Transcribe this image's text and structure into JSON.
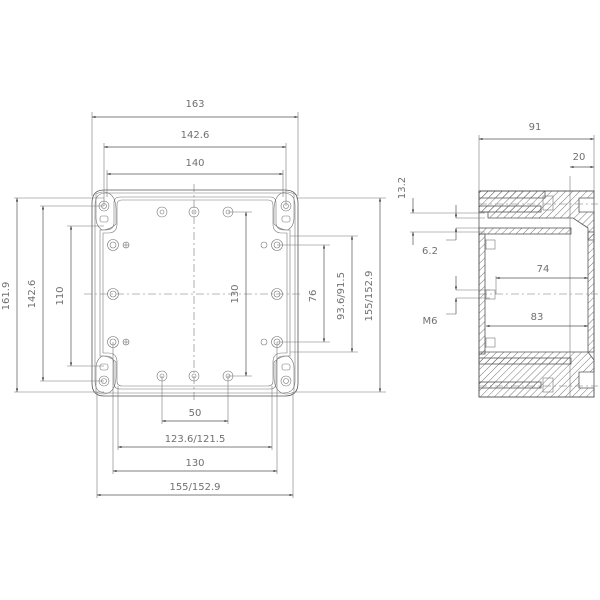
{
  "front_view": {
    "width_dims": {
      "overall": "163",
      "outer_hole_spacing": "142.6",
      "inner_width": "140",
      "lower_hole_spacing": "50",
      "inner_floor": "123.6/121.5",
      "mount_spacing": "130",
      "outer_width": "155/152.9"
    },
    "height_dims": {
      "overall": "161.9",
      "outer_hole_spacing": "142.6",
      "inner_hole_spacing": "110",
      "mount_spacing": "130",
      "side_hole_spacing": "76",
      "inner_floor": "93.6/91.5",
      "outer_height": "155/152.9"
    }
  },
  "side_view": {
    "depth": "91",
    "lid_depth": "20",
    "wall_hole_spacing": "13.2",
    "hole_diameter": "6.2",
    "thread": "M6",
    "inner_depth_to_insert": "74",
    "inner_depth": "83"
  },
  "colors": {
    "line": "#555555",
    "text": "#707070",
    "background": "#ffffff"
  }
}
